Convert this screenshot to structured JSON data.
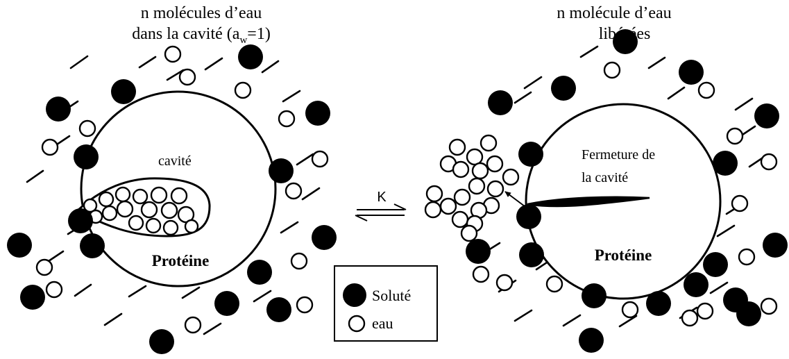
{
  "left_panel": {
    "caption_line1": "n molécules d’eau",
    "caption_line2_main": "dans la cavité (a",
    "caption_subscript": "w",
    "caption_line2_end": "=1)",
    "cavity_label": "cavité",
    "protein_label": "Protéine"
  },
  "right_panel": {
    "caption_line1": "n molécule d’eau",
    "caption_line2": "libérées",
    "closure_label_line1": "Fermeture de",
    "closure_label_line2": "la cavité",
    "protein_label": "Protéine"
  },
  "equilibrium": {
    "label": "K"
  },
  "legend": {
    "solute": "Soluté",
    "water": "eau"
  }
}
